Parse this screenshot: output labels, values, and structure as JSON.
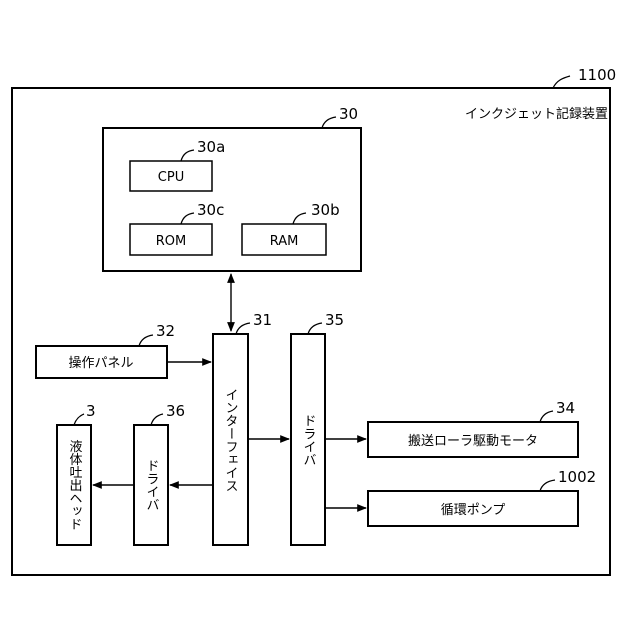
{
  "refs": {
    "device": "1100",
    "controller": "30",
    "cpu": "30a",
    "rom": "30c",
    "ram": "30b",
    "interface": "31",
    "panel": "32",
    "driver_right": "35",
    "driver_left": "36",
    "head": "3",
    "motor": "34",
    "pump": "1002"
  },
  "labels": {
    "device": "インクジェット記録装置",
    "cpu": "CPU",
    "rom": "ROM",
    "ram": "RAM",
    "panel": "操作パネル",
    "interface": "インターフェイス",
    "driver_right": "ドライバ",
    "driver_left": "ドライバ",
    "head": "液体吐出ヘッド",
    "motor": "搬送ローラ駆動モータ",
    "pump": "循環ポンプ"
  }
}
